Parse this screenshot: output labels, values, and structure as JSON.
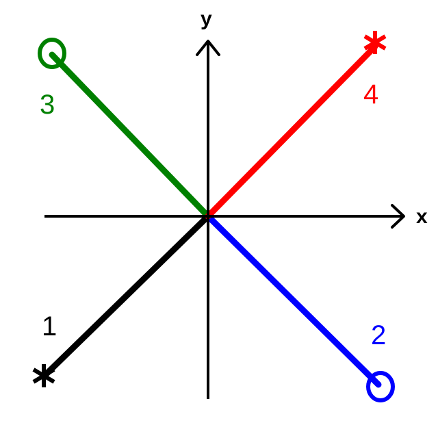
{
  "axes": {
    "x_label": "x",
    "y_label": "y",
    "axis_color": "#000000"
  },
  "branches": [
    {
      "label": "1",
      "marker": "asterisk",
      "direction": "lower-left",
      "color": "#000000"
    },
    {
      "label": "2",
      "marker": "circle",
      "direction": "lower-right",
      "color": "#0000ff"
    },
    {
      "label": "3",
      "marker": "circle",
      "direction": "upper-left",
      "color": "#008000"
    },
    {
      "label": "4",
      "marker": "asterisk",
      "direction": "upper-right",
      "color": "#ff0000"
    }
  ]
}
